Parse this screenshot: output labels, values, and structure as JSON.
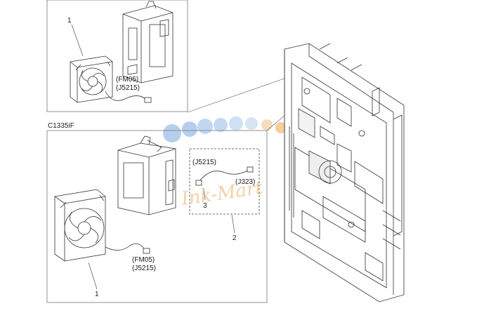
{
  "top_panel": {
    "callout_fan": "1",
    "conn_line1": "(FM05)",
    "conn_line2": "(J5215)"
  },
  "main_panel": {
    "model_label": "C1335iF",
    "callout_fan": "1",
    "conn_line1": "(FM05)",
    "conn_line2": "(J5215)",
    "callout_cable_group": "2",
    "callout_cable": "3",
    "cable_end_a": "(J5215)",
    "cable_end_b": "(J323)"
  },
  "watermark": {
    "text": "Ink-Mart"
  },
  "colors": {
    "line": "#333333",
    "panel_border": "#777777",
    "watermark_blue": "#a9c6ea",
    "watermark_orange": "#f4c68b"
  }
}
